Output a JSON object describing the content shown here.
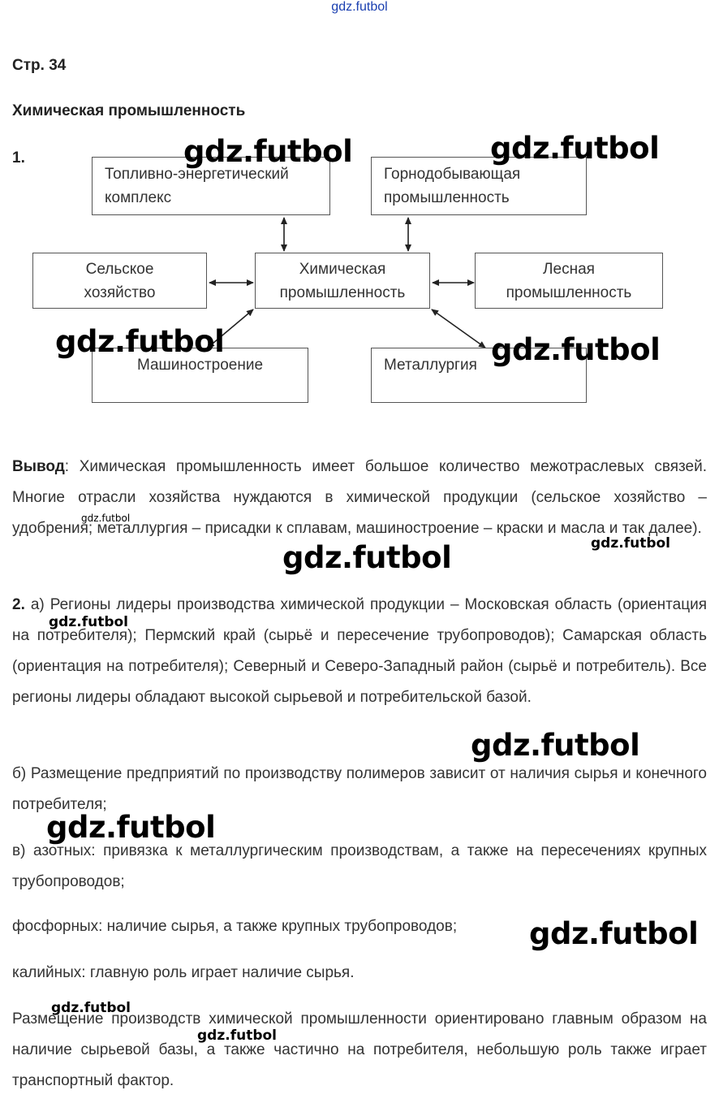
{
  "site_watermark_top": "gdz.futbol",
  "page_number": "Стр. 34",
  "section_title": "Химическая промышленность",
  "task1": {
    "number": "1.",
    "diagram": {
      "center": "Химическая промышленность",
      "fuel_energy": "Топливно-энергетический комплекс",
      "mining": "Горнодобывающая промышленность",
      "agriculture": "Сельское хозяйство",
      "forestry": "Лесная промышленность",
      "machine_building": "Машиностроение",
      "metallurgy": "Металлургия"
    },
    "conclusion_label": "Вывод",
    "conclusion_text": ": Химическая промышленность имеет большое количество межотраслевых связей. Многие отрасли хозяйства нуждаются в химической продукции (сельское хозяйство – удобрения; металлургия – присадки к сплавам, машиностроение – краски и масла и так далее)."
  },
  "task2": {
    "number": "2.",
    "part_a": " а) Регионы лидеры производства химической продукции – Московская область (ориентация на потребителя); Пермский край (сырьё и пересечение трубопроводов); Самарская область (ориентация на потребителя); Северный и Северо-Западный район (сырьё и потребитель). Все регионы лидеры обладают высокой сырьевой и потребительской базой.",
    "part_b": "б) Размещение предприятий по производству полимеров зависит от наличия сырья и конечного потребителя;",
    "part_c_nitrogen": "в) азотных: привязка к металлургическим производствам, а также на пересечениях крупных трубопроводов;",
    "part_c_phosphorus": "фосфорных: наличие сырья, а также крупных трубопроводов;",
    "part_c_potassium": "калийных: главную роль играет наличие сырья.",
    "summary": "Размещение производств химической промышленности ориентировано главным образом на наличие сырьевой базы, а также частично на потребителя, небольшую роль также играет транспортный фактор."
  },
  "watermark": "gdz.futbol"
}
